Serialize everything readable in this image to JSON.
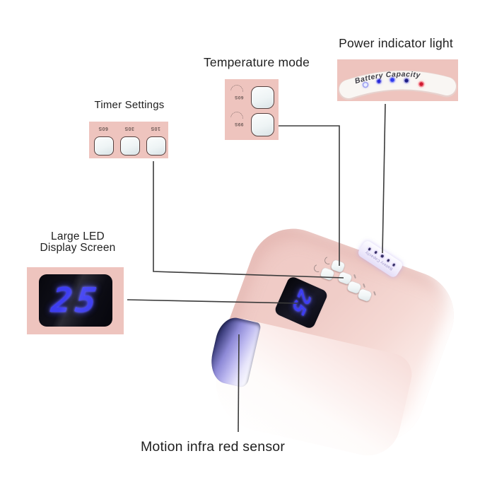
{
  "colors": {
    "panel_pink": "#eec4be",
    "line_color": "#3b3b3b",
    "digit_blue": "#3d3df2",
    "led_navy": "#353065",
    "text_dark": "#1f1f1f"
  },
  "callouts": {
    "power": {
      "label": "Power indicator light",
      "panel_title": "Battery Capacity",
      "leds": [
        {
          "color": "#e9eeff",
          "glow": "#4a55e8"
        },
        {
          "color": "#2a2ad8",
          "glow": "#4444e0"
        },
        {
          "color": "#2f3bee",
          "glow": "#5560f2"
        },
        {
          "color": "#1c1c82",
          "glow": "#3a3ab0"
        },
        {
          "color": "#d01a30",
          "glow": "#e83048"
        }
      ]
    },
    "temperature": {
      "label": "Temperature mode",
      "buttons": [
        "60S",
        "99S"
      ]
    },
    "timer": {
      "label": "Timer Settings",
      "buttons": [
        "60S",
        "30S",
        "10S"
      ]
    },
    "display": {
      "label_line1": "Large LED",
      "label_line2": "Display Screen",
      "value": "25"
    },
    "sensor": {
      "label": "Motion infra red sensor"
    }
  },
  "device": {
    "display_value": "25",
    "battery_label": "Battery Capacity"
  }
}
